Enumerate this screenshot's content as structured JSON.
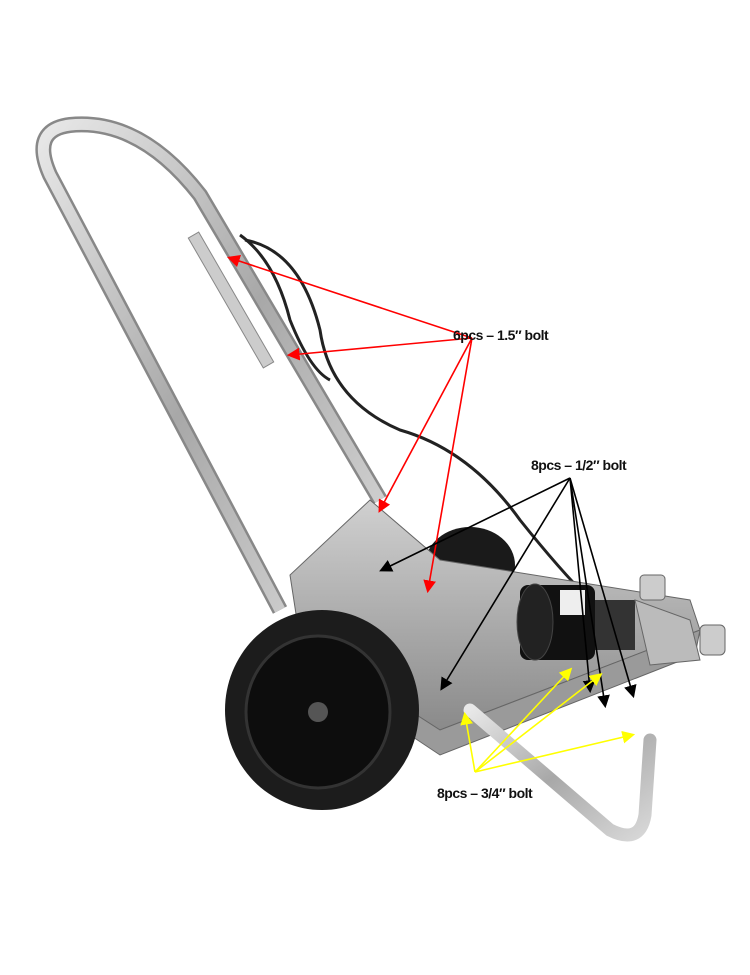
{
  "labels": {
    "bolt_15": "6pcs – 1.5″ bolt",
    "bolt_12": "8pcs – 1/2″ bolt",
    "bolt_34": "8pcs – 3/4″ bolt"
  },
  "colors": {
    "bolt_15_arrow": "#ff0000",
    "bolt_12_arrow": "#000000",
    "bolt_34_arrow": "#ffff00"
  }
}
